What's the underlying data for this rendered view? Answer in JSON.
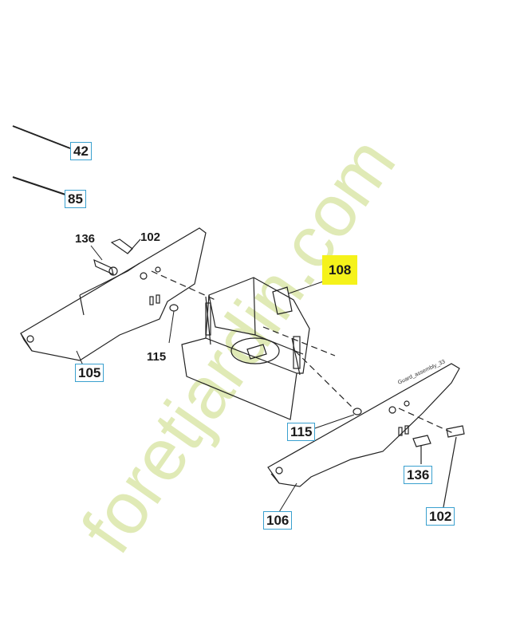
{
  "callouts": {
    "c42": "42",
    "c85": "85",
    "c136_top": "136",
    "c102_top": "102",
    "c108": "108",
    "c115_left": "115",
    "c105": "105",
    "c115_box": "115",
    "c136_right": "136",
    "c106": "106",
    "c102_bottom": "102"
  },
  "part_code": "Guard_assembly_33",
  "watermark": {
    "text": "foretjardin.com",
    "color_green": "#d9e6a8",
    "color_orange": "#f4c89a",
    "color_gray": "#c9c4bc"
  },
  "colors": {
    "callout_border": "#3aa0cf",
    "highlight": "#f5f21a",
    "line": "#222222"
  }
}
